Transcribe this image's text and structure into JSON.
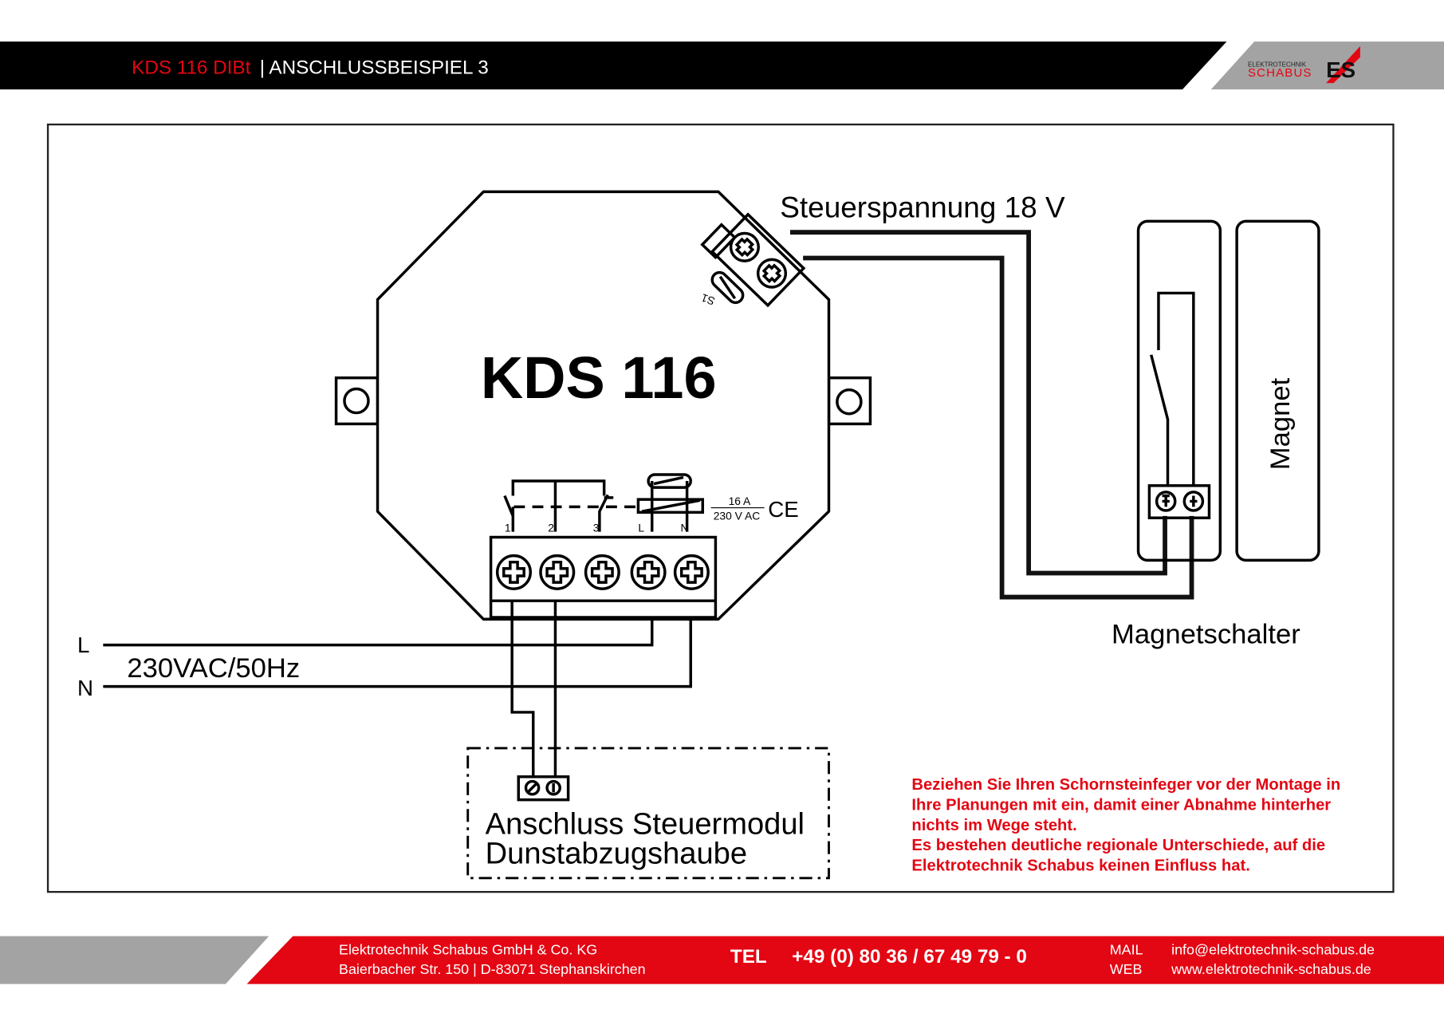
{
  "header": {
    "product": "KDS 116 DIBt",
    "title": "| ANSCHLUSSBEISPIEL 3",
    "logo_line1": "ELEKTROTECHNIK",
    "logo_line2": "SCHABUS",
    "logo_mark": "ES"
  },
  "diagram": {
    "device_label": "KDS 116",
    "control_voltage": "Steuerspannung 18 V",
    "fuse_label": "S1",
    "terminals": [
      "1",
      "2",
      "3",
      "L",
      "N"
    ],
    "rating_current": "16 A",
    "rating_voltage": "230 V AC",
    "ce_mark": "CE",
    "line_L": "L",
    "line_N": "N",
    "supply": "230VAC/50Hz",
    "module_line1": "Anschluss Steuermodul",
    "module_line2": "Dunstabzugshaube",
    "magnet_label": "Magnet",
    "switch_label": "Magnetschalter"
  },
  "notice": [
    "Beziehen Sie Ihren Schornsteinfeger vor der Montage in",
    "Ihre Planungen mit ein, damit einer Abnahme hinterher",
    "nichts im Wege steht.",
    "Es bestehen deutliche regionale Unterschiede, auf die",
    "Elektrotechnik Schabus keinen Einfluss hat."
  ],
  "footer": {
    "company": "Elektrotechnik Schabus GmbH & Co. KG",
    "address": "Baierbacher Str. 150 | D-83071 Stephanskirchen",
    "tel_label": "TEL",
    "tel": "+49 (0) 80 36 / 67 49 79 - 0",
    "mail_label": "MAIL",
    "mail": "info@elektrotechnik-schabus.de",
    "web_label": "WEB",
    "web": "www.elektrotechnik-schabus.de"
  },
  "colors": {
    "brand_red": "#e30613",
    "gray": "#a3a3a3",
    "black": "#000000"
  }
}
